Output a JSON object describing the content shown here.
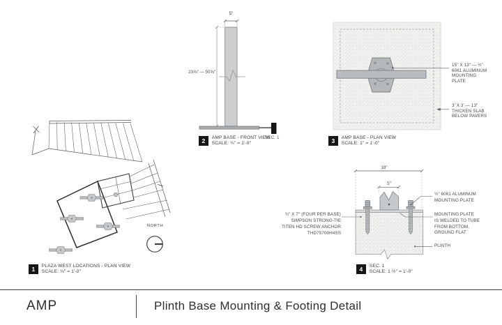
{
  "title_block": {
    "project": "AMP",
    "sheet_title": "Plinth Base Mounting & Footing Detail"
  },
  "d1": {
    "number": "1",
    "title": "PLAZA WEST LOCATIONS - PLAN VIEW",
    "scale": "SCALE: ⅛\" = 1'-0\"",
    "north": "NORTH"
  },
  "d2": {
    "number": "2",
    "title": "AMP BASE - FRONT VIEW",
    "scale": "SCALE: ¾\" = 1'-0\"",
    "dim_width": "5\"",
    "dim_height": "23⅝\" — 50⅝\"",
    "section_ref": "SEC. 1"
  },
  "d3": {
    "number": "3",
    "title": "AMP BASE - PLAN VIEW",
    "scale": "SCALE: 1\" = 1'-0\"",
    "label_plate": "15\" X 13\" — ½\"\n6061 ALUMINUM\nMOUNTING\nPLATE",
    "label_slab": "3' X 3' — 13\"\nTHICKEN SLAB\nBELOW PAVERS"
  },
  "d4": {
    "number": "4",
    "title": "SEC. 1",
    "scale": "SCALE: 1 ½\" = 1'-0\"",
    "dim_outer": "18\"",
    "dim_tube": "5\"",
    "label_anchor": "¾\" X 7\" (FOUR PER BASE)\nSIMPSON STRONG-TIE\nTITEN HD SCREW ANCHOR\nTHD75700H4SS",
    "label_plate": "½\" 6061 ALUMINUM\nMOUNTING PLATE",
    "label_weld": "MOUNTING PLATE\nIS WELDED TO TUBE\nFROM BOTTOM,\nGROUND FLAT",
    "label_plinth": "PLINTH"
  },
  "colors": {
    "ink": "#3f3f3f",
    "fill_light": "#cccecf",
    "fill_mid": "#b5b8ba",
    "marker_black": "#161616"
  }
}
